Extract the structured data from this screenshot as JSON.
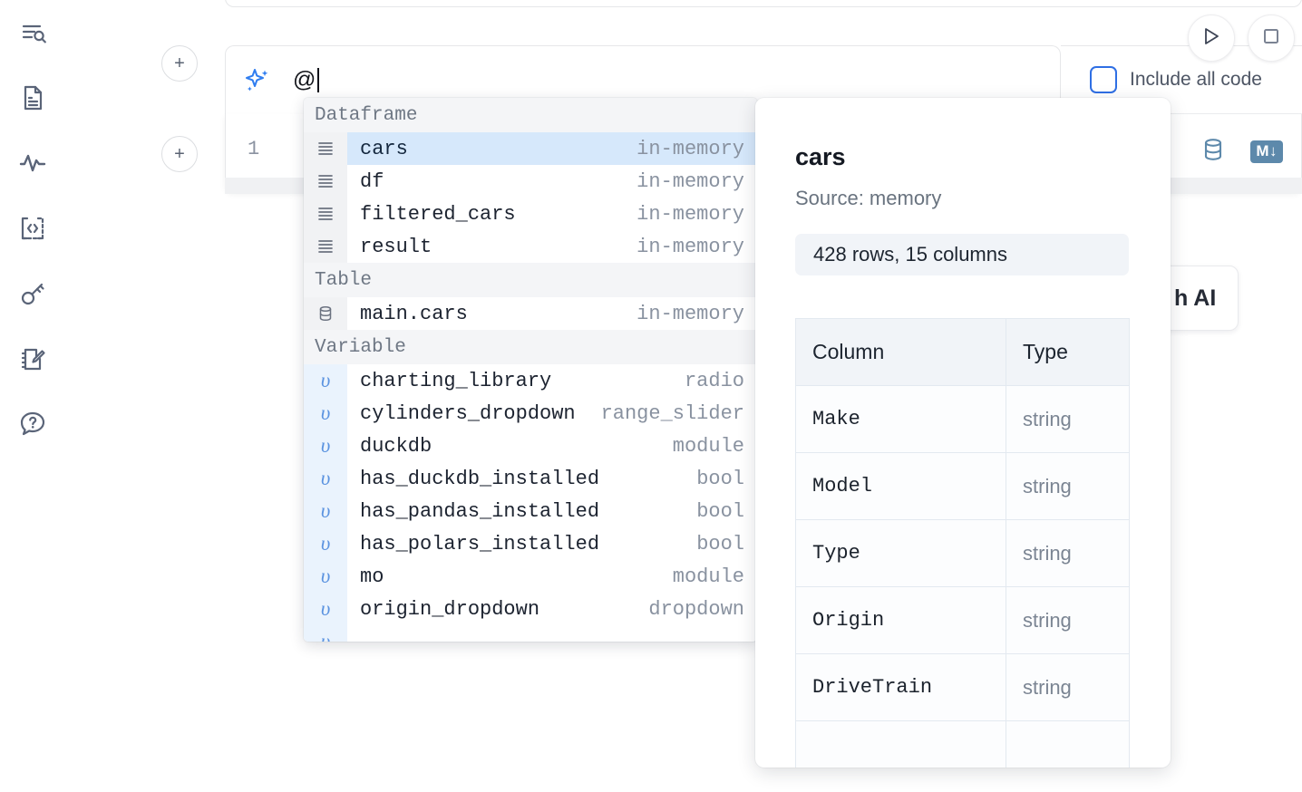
{
  "sidebar": {
    "items": [
      {
        "name": "explorer-search",
        "icon": "search-list-icon"
      },
      {
        "name": "notebook-file",
        "icon": "document-icon"
      },
      {
        "name": "activity",
        "icon": "activity-pulse-icon"
      },
      {
        "name": "snippets",
        "icon": "code-brackets-icon"
      },
      {
        "name": "secrets",
        "icon": "key-icon"
      },
      {
        "name": "scratchpad",
        "icon": "notepad-pencil-icon"
      },
      {
        "name": "help",
        "icon": "question-chat-icon"
      }
    ]
  },
  "toolbar": {
    "run_label": "run-cell",
    "stop_label": "stop-cell",
    "add_cell_label": "+"
  },
  "prompt": {
    "icon": "ai-sparkle-icon",
    "value": "@",
    "include_all_code_label": "Include all code",
    "include_all_code_checked": false,
    "accent_color": "#2f6fe4"
  },
  "code_cell": {
    "line_number": "1",
    "sql_icon": "database-icon",
    "markdown_icon": "markdown-icon",
    "icon_color": "#5d89ab"
  },
  "ai_chip": {
    "label": "h AI"
  },
  "autocomplete": {
    "groups": [
      {
        "label": "Dataframe",
        "items": [
          {
            "icon": "dataframe-icon",
            "name": "cars",
            "type": "in-memory",
            "selected": true
          },
          {
            "icon": "dataframe-icon",
            "name": "df",
            "type": "in-memory",
            "selected": false
          },
          {
            "icon": "dataframe-icon",
            "name": "filtered_cars",
            "type": "in-memory",
            "selected": false
          },
          {
            "icon": "dataframe-icon",
            "name": "result",
            "type": "in-memory",
            "selected": false
          }
        ]
      },
      {
        "label": "Table",
        "items": [
          {
            "icon": "table-db-icon",
            "name": "main.cars",
            "type": "in-memory",
            "selected": false
          }
        ]
      },
      {
        "label": "Variable",
        "items": [
          {
            "icon": "variable-icon",
            "name": "charting_library",
            "type": "radio",
            "selected": false
          },
          {
            "icon": "variable-icon",
            "name": "cylinders_dropdown",
            "type": "range_slider",
            "selected": false
          },
          {
            "icon": "variable-icon",
            "name": "duckdb",
            "type": "module",
            "selected": false
          },
          {
            "icon": "variable-icon",
            "name": "has_duckdb_installed",
            "type": "bool",
            "selected": false
          },
          {
            "icon": "variable-icon",
            "name": "has_pandas_installed",
            "type": "bool",
            "selected": false
          },
          {
            "icon": "variable-icon",
            "name": "has_polars_installed",
            "type": "bool",
            "selected": false
          },
          {
            "icon": "variable-icon",
            "name": "mo",
            "type": "module",
            "selected": false
          },
          {
            "icon": "variable-icon",
            "name": "origin_dropdown",
            "type": "dropdown",
            "selected": false
          },
          {
            "icon": "variable-icon",
            "name": "",
            "type": "",
            "selected": false
          }
        ]
      }
    ],
    "selected_highlight_color": "#d6e8fb"
  },
  "details": {
    "title": "cars",
    "source": "Source: memory",
    "shape": "428 rows, 15 columns",
    "table": {
      "headers": [
        "Column",
        "Type"
      ],
      "rows": [
        [
          "Make",
          "string"
        ],
        [
          "Model",
          "string"
        ],
        [
          "Type",
          "string"
        ],
        [
          "Origin",
          "string"
        ],
        [
          "DriveTrain",
          "string"
        ],
        [
          "",
          ""
        ]
      ]
    }
  }
}
